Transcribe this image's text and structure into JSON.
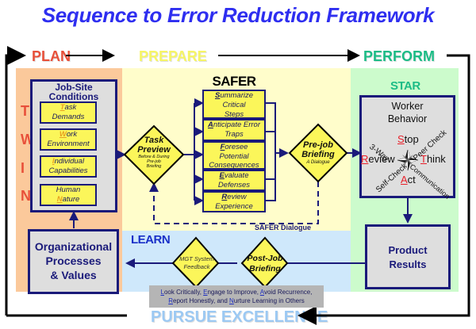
{
  "title": "Sequence to Error Reduction Framework",
  "phases": {
    "plan": "PLAN",
    "prepare": "PREPARE",
    "perform": "PERFORM",
    "learn": "LEARN",
    "pursue": "PURSUE EXCELLENCE"
  },
  "colors": {
    "title": "#2e2ef0",
    "plan": "#e8503a",
    "prepare": "#f6f566",
    "perform": "#1cbc86",
    "learn": "#1a30c8",
    "pursue": "#9cc9f3",
    "navy": "#1a1a7a",
    "yellow_box": "#fbf65a"
  },
  "plan": {
    "twin_letters": [
      "T",
      "W",
      "I",
      "N"
    ],
    "job_site": {
      "title_line1": "Job-Site",
      "title_line2": "Conditions",
      "items": [
        {
          "first": "T",
          "rest_line1": "ask",
          "line2": "Demands"
        },
        {
          "first": "W",
          "rest_line1": "ork",
          "line2": "Environment"
        },
        {
          "first": "I",
          "rest_line1": "ndividual",
          "line2": "Capabilities"
        },
        {
          "line1": "Human",
          "first": "N",
          "rest_line2": "ature"
        }
      ]
    },
    "org_box": {
      "line1": "Organizational",
      "line2": "Processes",
      "line3": "& Values"
    }
  },
  "prepare": {
    "task_preview": {
      "line1": "Task",
      "line2": "Preview",
      "sub1": "Before & During",
      "sub2": "Pre-job",
      "sub3": "Briefing"
    },
    "safer_title": "SAFER",
    "safer_items": [
      {
        "first": "S",
        "rest": "ummarize",
        "line2": "Critical",
        "line3": "Steps"
      },
      {
        "first": "A",
        "rest": "nticipate Error",
        "line2": "Traps"
      },
      {
        "first": "F",
        "rest": "oresee",
        "line2": "Potential",
        "line3": "Consequences"
      },
      {
        "first": "E",
        "rest": "valuate",
        "line2": "Defenses"
      },
      {
        "first": "R",
        "rest": "eview",
        "line2": "Experience"
      }
    ],
    "pre_job": {
      "line1": "Pre-job",
      "line2": "Briefing",
      "sub": "A Dialogue"
    },
    "safer_dialogue": "SAFER Dialogue"
  },
  "perform": {
    "star_title": "STAR",
    "worker_line1": "Worker",
    "worker_line2": "Behavior",
    "stop": {
      "first": "S",
      "rest": "top"
    },
    "think": {
      "first": "T",
      "rest": "hink"
    },
    "act": {
      "first": "A",
      "rest": "ct"
    },
    "review": {
      "first": "R",
      "rest": "eview"
    },
    "diagonals": {
      "three_way": "3-Way",
      "peer_check": "Peer Check",
      "self_check": "Self-Check",
      "communication": "Communication"
    },
    "product": {
      "line1": "Product",
      "line2": "Results"
    }
  },
  "learn": {
    "mgt": {
      "line1": "MGT System",
      "line2": "Feedback"
    },
    "post_job": {
      "line1": "Post-Job",
      "line2": "Briefing"
    },
    "note": {
      "l": "L",
      "l_rest": "ook Critically, ",
      "e": "E",
      "e_rest": "ngage to Improve, ",
      "a": "A",
      "a_rest": "void Recurrence,",
      "r": "R",
      "r_rest": "eport Honestly, and ",
      "n": "N",
      "n_rest": "urture Learning in Others"
    }
  }
}
